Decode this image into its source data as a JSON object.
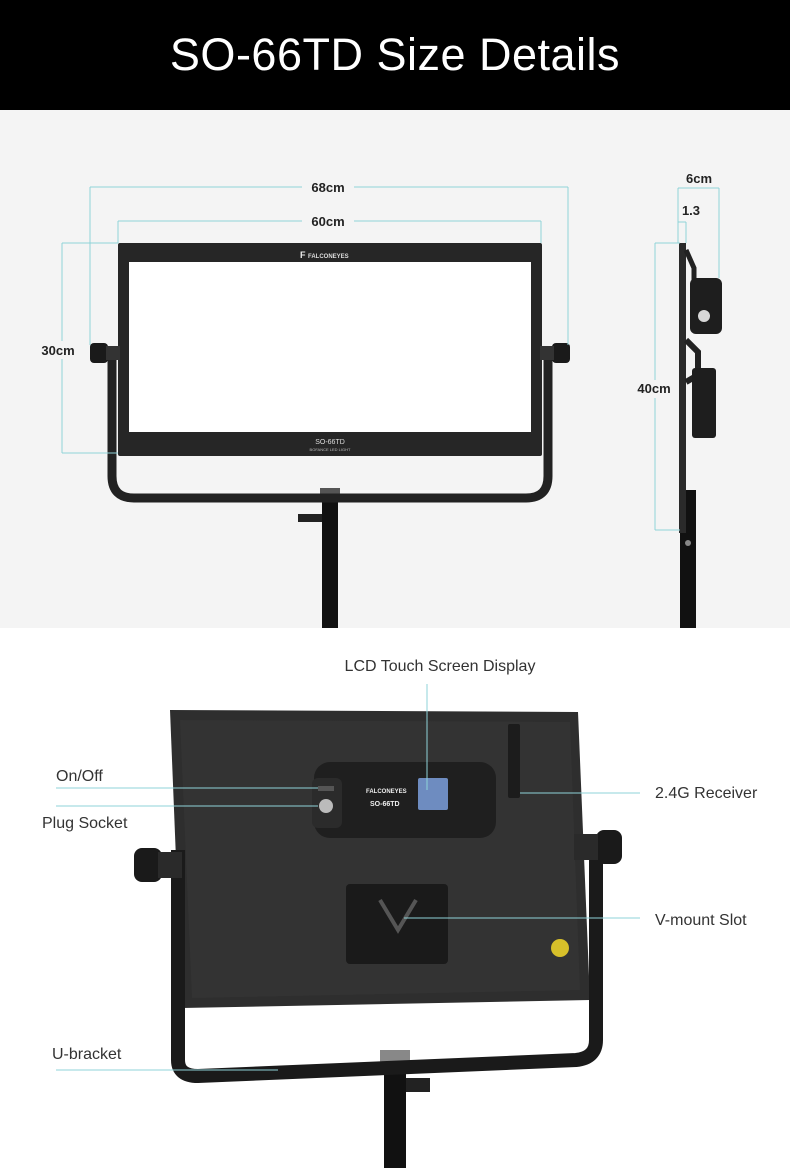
{
  "header": {
    "title": "SO-66TD Size Details"
  },
  "front_view": {
    "brand": "FALCONEYES",
    "model": "SO-66TD",
    "model_subtext": "BOFANCE LED LIGHT",
    "dimensions": {
      "outer_width": "68cm",
      "inner_width": "60cm",
      "height": "30cm"
    }
  },
  "side_view": {
    "dimensions": {
      "depth": "6cm",
      "thickness": "1.3",
      "height": "40cm"
    }
  },
  "rear_view": {
    "brand": "FALCONEYES",
    "model": "SO-66TD",
    "callouts": {
      "lcd": "LCD Touch Screen Display",
      "on_off": "On/Off",
      "plug_socket": "Plug Socket",
      "receiver": "2.4G Receiver",
      "vmount": "V-mount Slot",
      "ubracket": "U-bracket"
    }
  },
  "colors": {
    "header_bg": "#000000",
    "dimension_line": "#8fd3d8",
    "panel_bg": "#f4f4f4"
  }
}
